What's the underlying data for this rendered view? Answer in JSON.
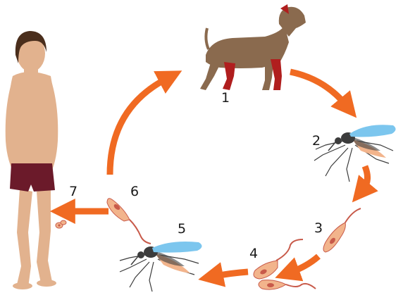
{
  "diagram": {
    "colors": {
      "arrow": "#f06a22",
      "dog_body": "#8a6a4e",
      "dog_legs": "#b01e1e",
      "skin": "#e2b28e",
      "shorts": "#6b1a2a",
      "hair": "#4a2e1c",
      "parasite": "#f2b48c",
      "parasite_nucleus": "#c85a4a",
      "mosquito_wing": "#7cc6ee",
      "mosquito_body": "#3c3c3c"
    },
    "steps": [
      {
        "label": "1",
        "icon": "dog-icon"
      },
      {
        "label": "2",
        "icon": "sandfly-icon"
      },
      {
        "label": "3",
        "icon": "promastigote-icon"
      },
      {
        "label": "4",
        "icon": "promastigote-pair-icon"
      },
      {
        "label": "5",
        "icon": "sandfly-icon"
      },
      {
        "label": "6",
        "icon": "promastigote-icon"
      },
      {
        "label": "7",
        "icon": "amastigote-icon"
      }
    ],
    "human": {
      "icon": "human-patient-icon"
    }
  }
}
